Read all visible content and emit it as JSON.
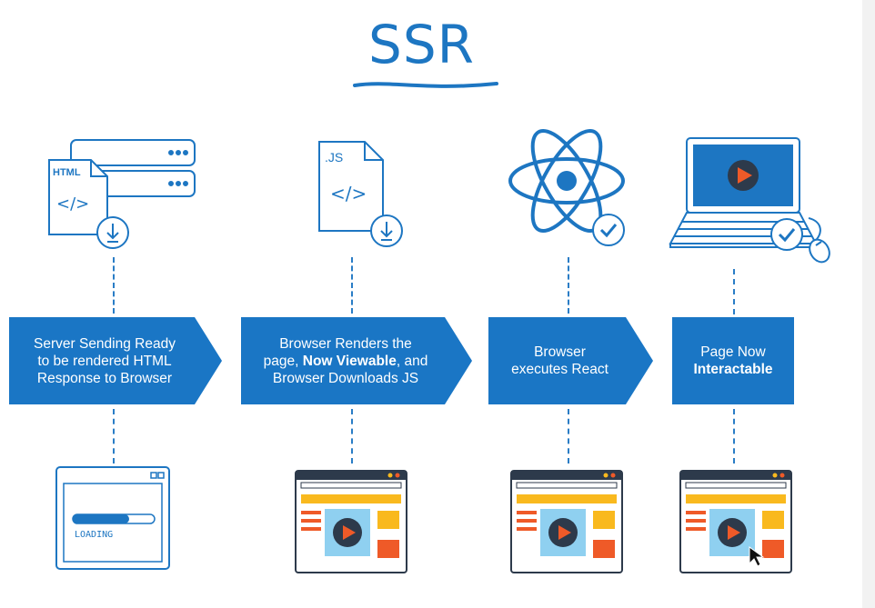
{
  "title": "SSR",
  "steps": [
    {
      "line1": "Server Sending Ready",
      "line2": "to be rendered HTML",
      "line3": "Response to Browser"
    },
    {
      "line1": "Browser Renders the",
      "line2a": "page, ",
      "line2b": "Now Viewable",
      "line2c": ", and",
      "line3": "Browser Downloads JS"
    },
    {
      "line1": "Browser",
      "line2": "executes React"
    },
    {
      "line1": "Page Now",
      "line2": "Interactable"
    }
  ],
  "icons": {
    "html_file_label": "HTML",
    "html_code_label": "</>",
    "js_file_label": ".JS",
    "js_code_label": "</>"
  },
  "loading_label": "LOADING",
  "colors": {
    "blue": "#1a76c5",
    "yellow": "#f9b91e",
    "orange": "#ef5a28",
    "red_lines": "#ef5a28",
    "video_bg": "#8fd0f0",
    "dark": "#2d3a4b"
  }
}
